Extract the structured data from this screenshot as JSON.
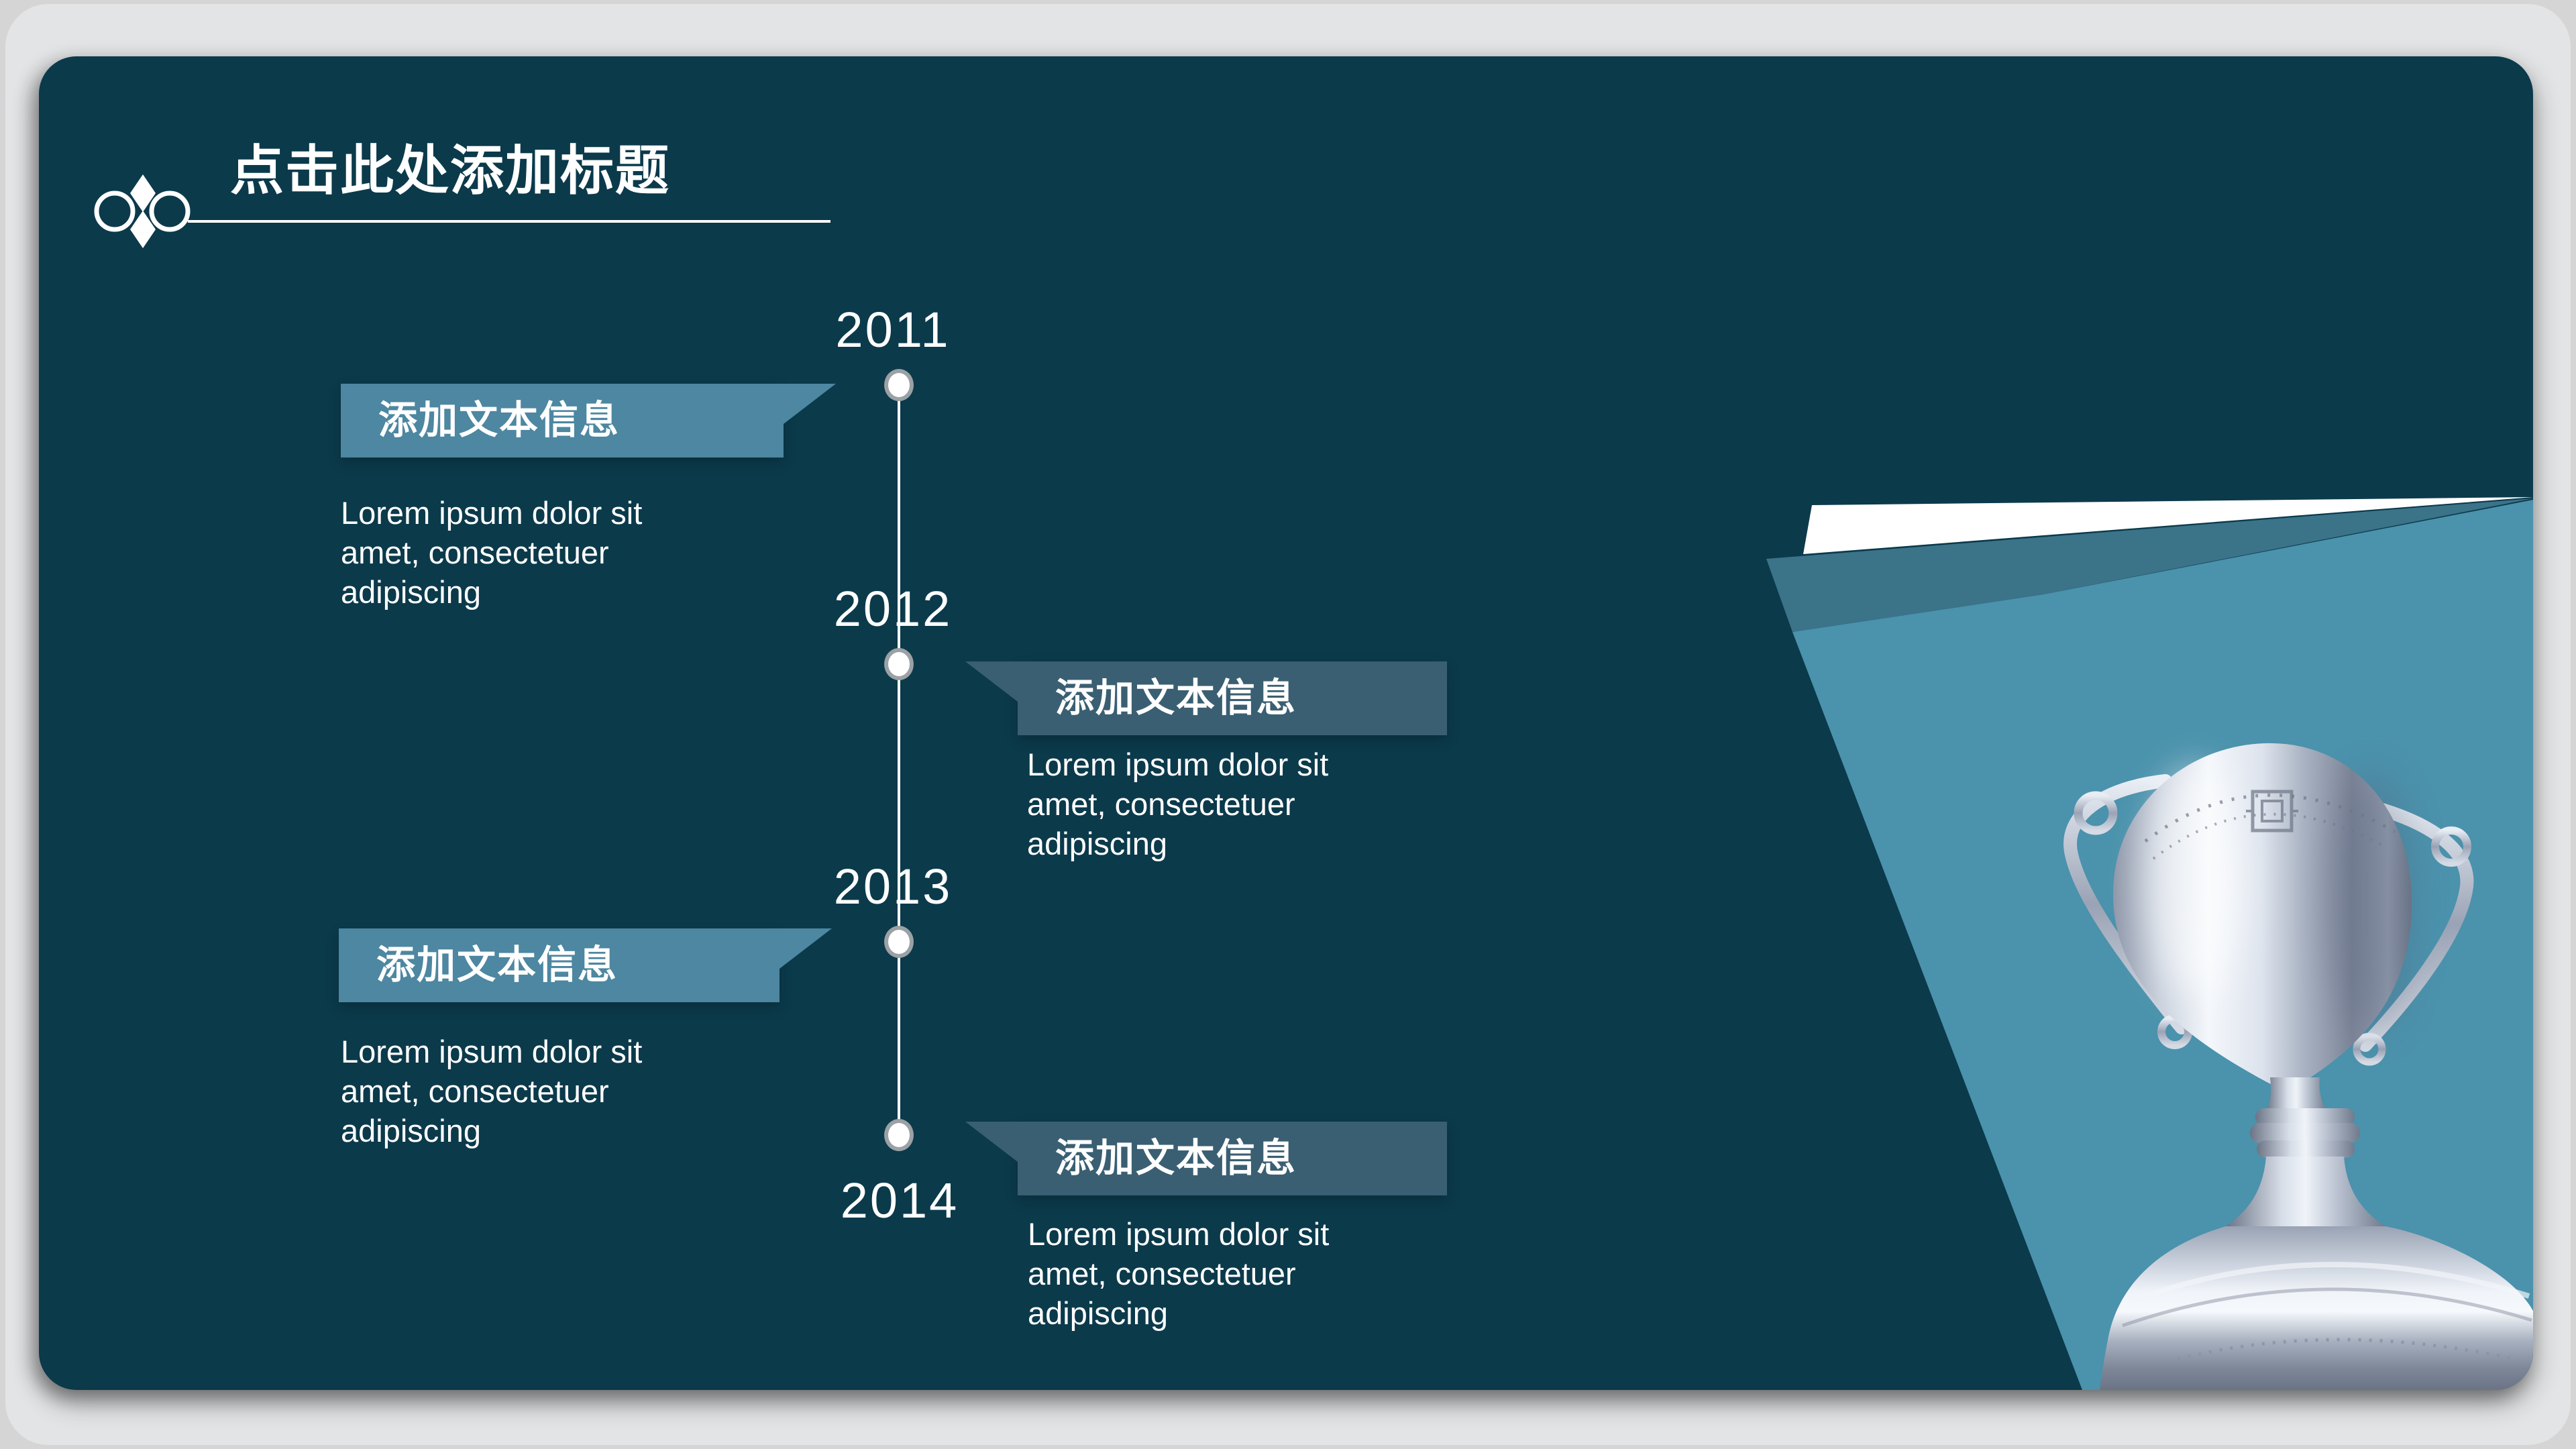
{
  "slide": {
    "title": "点击此处添加标题"
  },
  "ornament": {
    "icon": "infinity-knot-icon"
  },
  "timeline": {
    "items": [
      {
        "year": "2011",
        "side": "left",
        "label": "添加文本信息",
        "body": "Lorem ipsum dolor sit amet, consectetuer adipiscing"
      },
      {
        "year": "2012",
        "side": "right",
        "label": "添加文本信息",
        "body": "Lorem ipsum dolor sit amet, consectetuer adipiscing"
      },
      {
        "year": "2013",
        "side": "left",
        "label": "添加文本信息",
        "body": "Lorem ipsum dolor sit amet, consectetuer adipiscing"
      },
      {
        "year": "2014",
        "side": "right",
        "label": "添加文本信息",
        "body": "Lorem ipsum dolor sit amet, consectetuer adipiscing"
      }
    ]
  },
  "decor": {
    "trophy": "silver-trophy-photo",
    "fold": "folded-paper-corner"
  },
  "colors": {
    "canvas": "#D5D5D5",
    "backing": "#E3E4E5",
    "slide": "#0B3A4B",
    "banner_bright": "#4D87A1",
    "banner_muted": "#3A5F72",
    "fold_light": "#4B92AC",
    "fold_mid": "#3B7389",
    "fold_white": "#FFFFFF",
    "text": "#FFFFFF",
    "dot_border": "#9BA1A4",
    "spine": "#FFFFFF"
  }
}
